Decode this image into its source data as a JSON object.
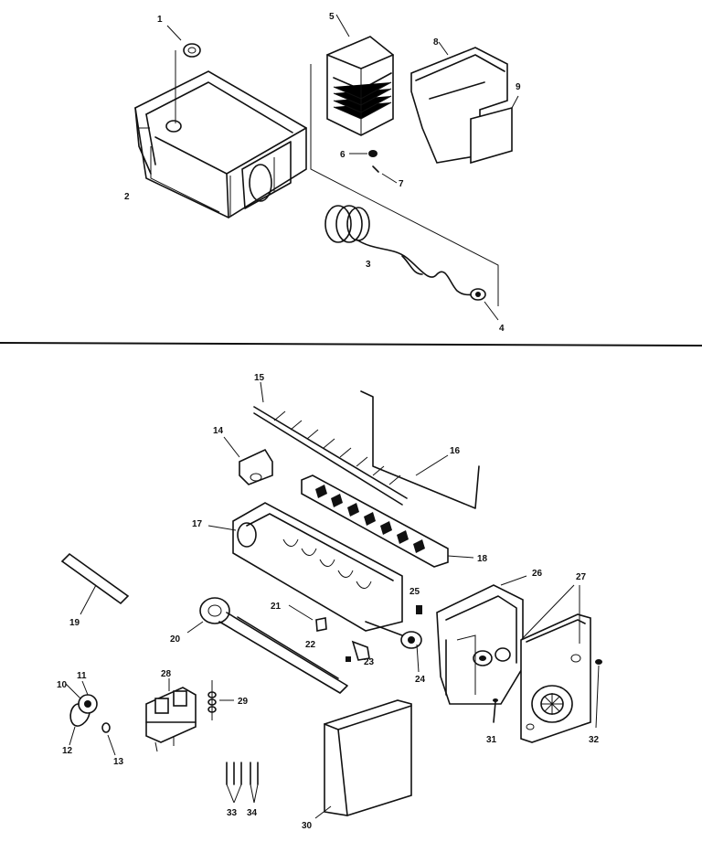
{
  "callouts": {
    "c1": "1",
    "c2": "2",
    "c3": "3",
    "c4": "4",
    "c5": "5",
    "c6": "6",
    "c7": "7",
    "c8": "8",
    "c9": "9",
    "c10": "10",
    "c11": "11",
    "c12": "12",
    "c13": "13",
    "c14": "14",
    "c15": "15",
    "c16": "16",
    "c17": "17",
    "c18": "18",
    "c19": "19",
    "c20": "20",
    "c21": "21",
    "c22": "22",
    "c23": "23",
    "c24": "24",
    "c25": "25",
    "c26": "26",
    "c27": "27",
    "c28": "28",
    "c29": "29",
    "c30": "30",
    "c31": "31",
    "c32": "32",
    "c33": "33",
    "c34": "34"
  },
  "colors": {
    "ink": "#111111",
    "paper": "#ffffff"
  }
}
